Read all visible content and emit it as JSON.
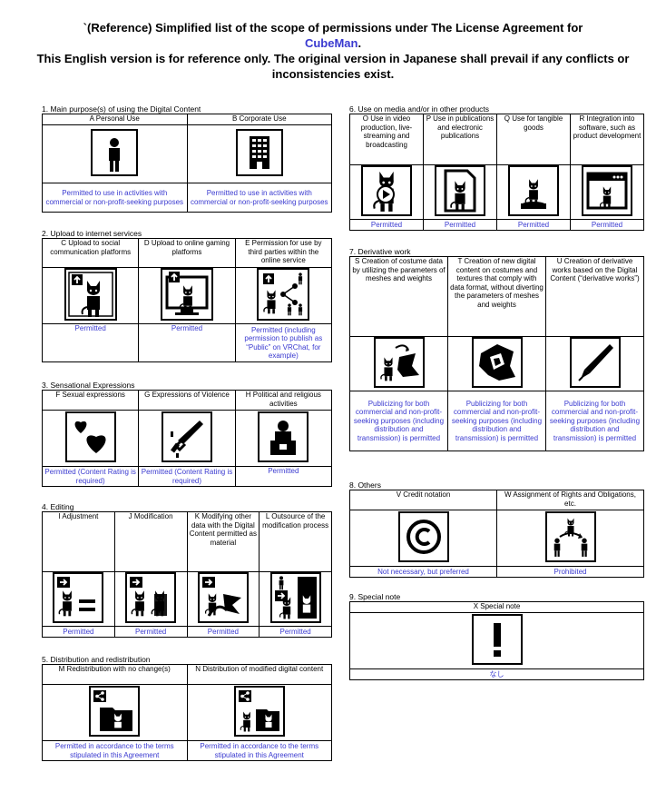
{
  "header": {
    "line1": "`(Reference) Simplified list of the scope of permissions under The License Agreement for",
    "brand": "CubeMan",
    "brand_suffix": ".",
    "line3": "This English version is for reference only. The original version in Japanese shall prevail if any conflicts or inconsistencies exist."
  },
  "s1": {
    "title": "1. Main purpose(s) of using the Digital Content",
    "cols": [
      {
        "label": "A Personal Use",
        "result": "Permitted to use in activities with commercial or non-profit-seeking purposes",
        "icon": "person-icon"
      },
      {
        "label": "B  Corporate Use",
        "result": "Permitted to use in activities with commercial or non-profit-seeking purposes",
        "icon": "building-icon"
      }
    ]
  },
  "s2": {
    "title": "2. Upload to internet services",
    "cols": [
      {
        "label": "C Upload to social communication platforms",
        "result": "Permitted",
        "icon": "upload-social-icon"
      },
      {
        "label": "D Upload to online gaming platforms",
        "result": "Permitted",
        "icon": "upload-gaming-icon"
      },
      {
        "label": "E Permission for use by third parties within the online service",
        "result": "Permitted (including permission to publish as “Public” on VRChat, for example)",
        "icon": "share-third-party-icon"
      }
    ]
  },
  "s3": {
    "title": "3. Sensational Expressions",
    "cols": [
      {
        "label": "F Sexual expressions",
        "result": "Permitted (Content Rating is required)",
        "icon": "hearts-icon"
      },
      {
        "label": "G Expressions of Violence",
        "result": "Permitted (Content Rating is required)",
        "icon": "knife-icon"
      },
      {
        "label": "H Political and religious activities",
        "result": "Permitted",
        "icon": "podium-icon"
      }
    ]
  },
  "s4": {
    "title": "4. Editing",
    "cols": [
      {
        "label": "I Adjustment",
        "result": "Permitted",
        "icon": "adjustment-icon"
      },
      {
        "label": "J Modification",
        "result": "Permitted",
        "icon": "modification-icon"
      },
      {
        "label": "K Modifying other data with the Digital Content permitted as material",
        "result": "Permitted",
        "icon": "modify-other-data-icon"
      },
      {
        "label": "L Outsource of the modification process",
        "result": "Permitted",
        "icon": "outsource-icon"
      }
    ]
  },
  "s5": {
    "title": "5. Distribution and redistribution",
    "cols": [
      {
        "label": "M Redistribution with no change(s)",
        "result": "Permitted in accordance to the terms stipulated in this Agreement",
        "icon": "redistribute-icon"
      },
      {
        "label": "N Distribution of modified digital content",
        "result": "Permitted in accordance to the terms stipulated in this Agreement",
        "icon": "distribute-modified-icon"
      }
    ]
  },
  "s6": {
    "title": "6. Use on media and/or in other products",
    "cols": [
      {
        "label": "O Use in video production, live-streaming and broadcasting",
        "result": "Permitted",
        "icon": "video-icon"
      },
      {
        "label": "P Use in publications and electronic publications",
        "result": "Permitted",
        "icon": "publication-icon"
      },
      {
        "label": "Q Use for tangible goods",
        "result": "Permitted",
        "icon": "figure-goods-icon"
      },
      {
        "label": "R Integration into software, such as product development",
        "result": "Permitted",
        "icon": "software-window-icon"
      }
    ]
  },
  "s7": {
    "title": "7. Derivative work",
    "cols": [
      {
        "label": "S Creation of costume data by utilizing the parameters of meshes and weights",
        "result": "Publicizing for both commercial and non-profit-seeking purposes (including distribution and transmission) is permitted",
        "icon": "costume-params-icon"
      },
      {
        "label": "T Creation of new digital content on costumes and textures that comply with data format, without diverting the parameters of meshes and weights",
        "result": "Publicizing for both commercial and non-profit-seeking purposes (including distribution and transmission) is permitted",
        "icon": "costume-new-icon"
      },
      {
        "label": "U Creation of derivative works based on the Digital Content (“derivative works”)",
        "result": "Publicizing for both commercial and non-profit-seeking purposes (including distribution and transmission) is permitted",
        "icon": "pen-icon"
      }
    ]
  },
  "s8": {
    "title": "8. Others",
    "cols": [
      {
        "label": "V Credit notation",
        "result": "Not necessary, but preferred",
        "icon": "copyright-icon"
      },
      {
        "label": "W Assignment of Rights and Obligations, etc.",
        "result": "Prohibited",
        "icon": "rights-transfer-icon"
      }
    ]
  },
  "s9": {
    "title": "9. Special note",
    "cols": [
      {
        "label": "X Special note",
        "result": "なし",
        "icon": "exclamation-icon"
      }
    ]
  }
}
